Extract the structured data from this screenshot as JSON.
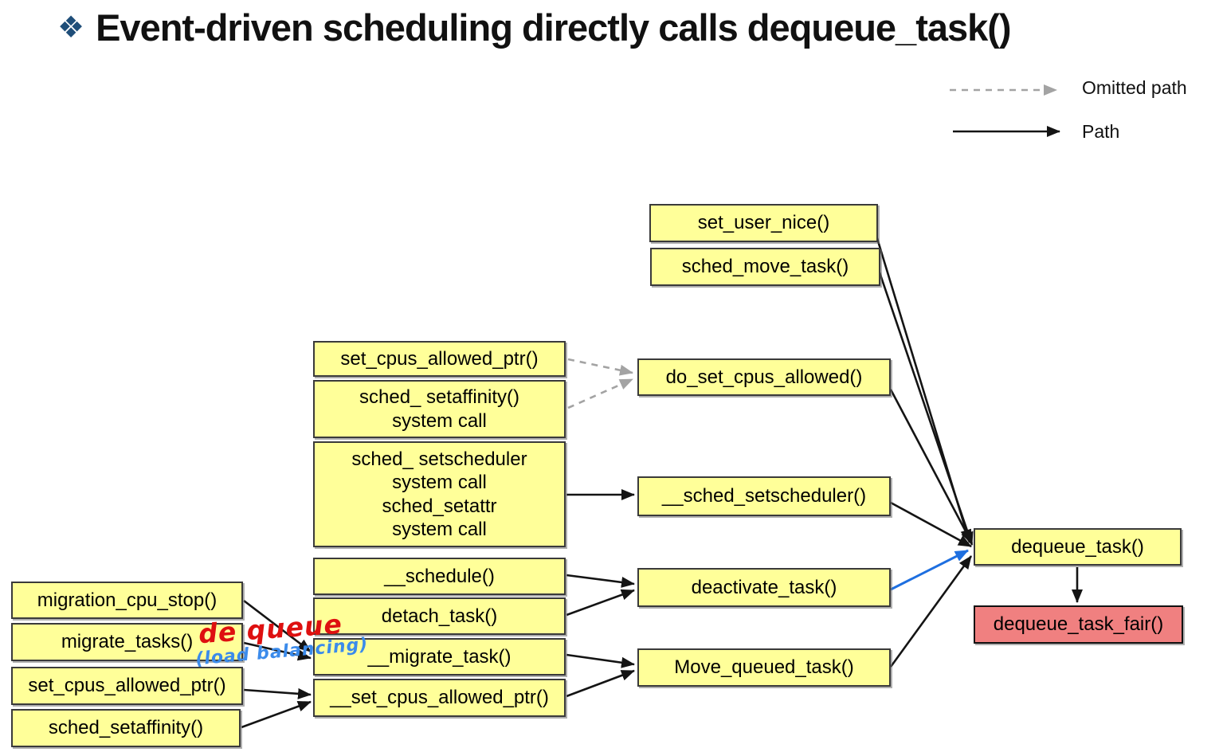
{
  "title": {
    "bullet": "❖",
    "text": "Event-driven scheduling directly calls dequeue_task()"
  },
  "legend": {
    "omitted": {
      "label": "Omitted path",
      "style": "dashed-gray-arrow"
    },
    "path": {
      "label": "Path",
      "style": "solid-black-arrow"
    }
  },
  "colors": {
    "node_fill": "#FFFF99",
    "node_border": "#3a3a3a",
    "highlight_fill": "#F08080",
    "arrow_black": "#141414",
    "arrow_gray": "#a3a3a3",
    "arrow_blue": "#1E6FE0",
    "bullet_blue": "#1F4E79",
    "annotation_red": "#DE1010",
    "annotation_blue": "#3B8BEB"
  },
  "nodes": {
    "set_user_nice": {
      "label": "set_user_nice()"
    },
    "sched_move_task": {
      "label": "sched_move_task()"
    },
    "set_cpus_allowed_ptr_mid": {
      "label": "set_cpus_allowed_ptr()"
    },
    "sched_setaffinity_syscall": {
      "label": "sched_ setaffinity()\nsystem call"
    },
    "sched_setscheduler_syscall": {
      "label": "sched_ setscheduler\nsystem call\nsched_setattr\nsystem call"
    },
    "schedule": {
      "label": "__schedule()"
    },
    "detach_task": {
      "label": "detach_task()"
    },
    "migrate_task": {
      "label": "__migrate_task()"
    },
    "set_cpus_allowed_ptr_internal": {
      "label": "__set_cpus_allowed_ptr()"
    },
    "migration_cpu_stop": {
      "label": "migration_cpu_stop()"
    },
    "migrate_tasks": {
      "label": "migrate_tasks()"
    },
    "set_cpus_allowed_ptr_left": {
      "label": "set_cpus_allowed_ptr()"
    },
    "sched_setaffinity_left": {
      "label": "sched_setaffinity()"
    },
    "do_set_cpus_allowed": {
      "label": "do_set_cpus_allowed()"
    },
    "sched_setscheduler_internal": {
      "label": "__sched_setscheduler()"
    },
    "deactivate_task": {
      "label": "deactivate_task()"
    },
    "move_queued_task": {
      "label": "Move_queued_task()"
    },
    "dequeue_task": {
      "label": "dequeue_task()"
    },
    "dequeue_task_fair": {
      "label": "dequeue_task_fair()"
    }
  },
  "annotations": {
    "handwritten_red": "de queue",
    "handwritten_blue": "(load balancing)"
  },
  "edges": [
    {
      "from": "set_user_nice",
      "to": "dequeue_task",
      "style": "solid-black"
    },
    {
      "from": "sched_move_task",
      "to": "dequeue_task",
      "style": "solid-black"
    },
    {
      "from": "set_cpus_allowed_ptr_mid",
      "to": "do_set_cpus_allowed",
      "style": "dashed-gray"
    },
    {
      "from": "sched_setaffinity_syscall",
      "to": "do_set_cpus_allowed",
      "style": "dashed-gray"
    },
    {
      "from": "sched_setscheduler_syscall",
      "to": "sched_setscheduler_internal",
      "style": "solid-black"
    },
    {
      "from": "do_set_cpus_allowed",
      "to": "dequeue_task",
      "style": "solid-black"
    },
    {
      "from": "sched_setscheduler_internal",
      "to": "dequeue_task",
      "style": "solid-black"
    },
    {
      "from": "schedule",
      "to": "deactivate_task",
      "style": "solid-black"
    },
    {
      "from": "detach_task",
      "to": "deactivate_task",
      "style": "solid-black"
    },
    {
      "from": "deactivate_task",
      "to": "dequeue_task",
      "style": "solid-blue"
    },
    {
      "from": "migrate_task",
      "to": "move_queued_task",
      "style": "solid-black"
    },
    {
      "from": "set_cpus_allowed_ptr_internal",
      "to": "move_queued_task",
      "style": "solid-black"
    },
    {
      "from": "move_queued_task",
      "to": "dequeue_task",
      "style": "solid-black"
    },
    {
      "from": "migration_cpu_stop",
      "to": "migrate_task",
      "style": "solid-black"
    },
    {
      "from": "migrate_tasks",
      "to": "migrate_task",
      "style": "solid-black"
    },
    {
      "from": "set_cpus_allowed_ptr_left",
      "to": "set_cpus_allowed_ptr_internal",
      "style": "solid-black"
    },
    {
      "from": "sched_setaffinity_left",
      "to": "set_cpus_allowed_ptr_internal",
      "style": "solid-black"
    },
    {
      "from": "dequeue_task",
      "to": "dequeue_task_fair",
      "style": "solid-black"
    }
  ]
}
